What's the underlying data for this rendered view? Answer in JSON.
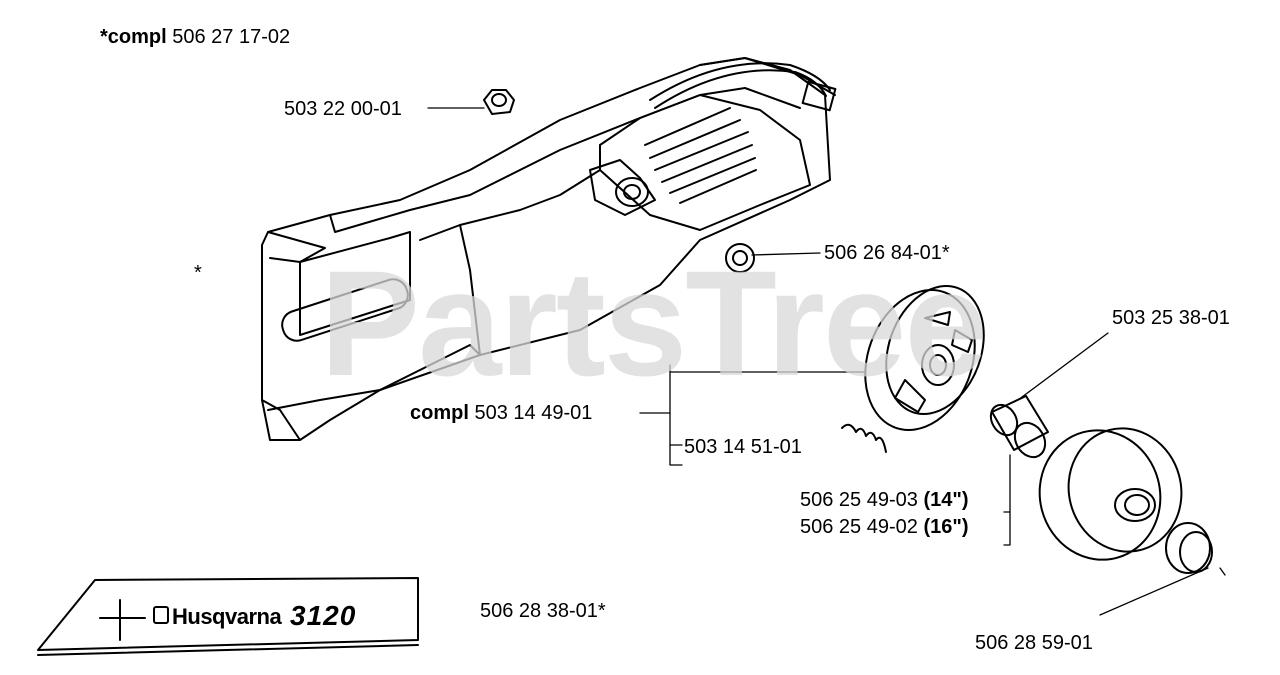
{
  "watermark": "PartsTree",
  "top_assembly": {
    "prefix": "*compl",
    "number": "506 27 17-02"
  },
  "parts": [
    {
      "number": "503 22 00-01"
    },
    {
      "number": "506 26 84-01*"
    },
    {
      "number": "503 25 38-01"
    },
    {
      "prefix": "compl",
      "number": "503 14 49-01"
    },
    {
      "number": "503 14 51-01"
    },
    {
      "number": "506 25 49-03",
      "suffix": "(14\")"
    },
    {
      "number": "506 25 49-02",
      "suffix": "(16\")"
    },
    {
      "number": "506 28 38-01*"
    },
    {
      "number": "506 28 59-01"
    }
  ],
  "asterisk": "*",
  "decal": {
    "brand": "Husqvarna",
    "model": "3120"
  }
}
